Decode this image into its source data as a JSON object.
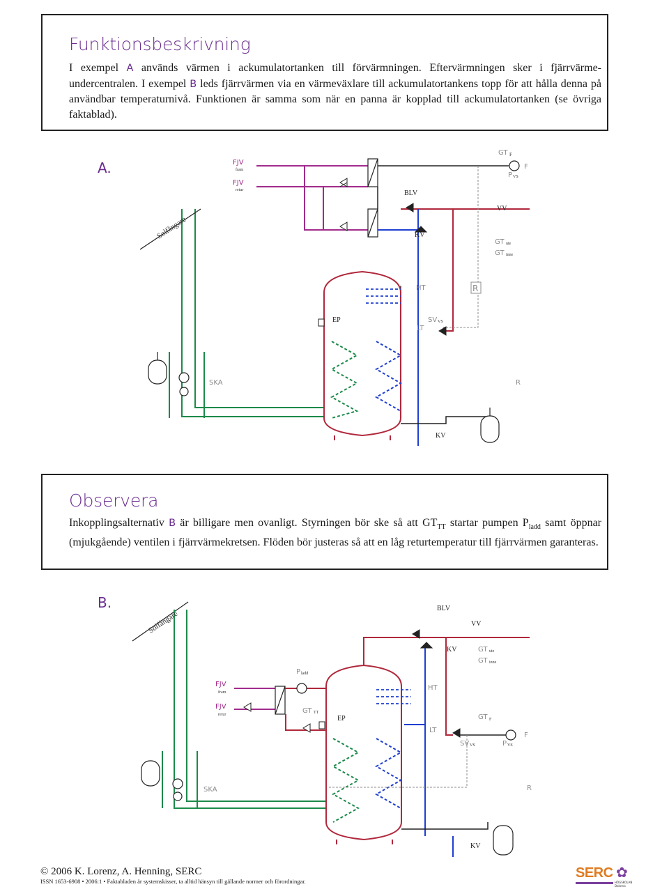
{
  "box1": {
    "heading": "Funktionsbeskrivning",
    "p1_a": "I exempel ",
    "letter_a": "A",
    "p1_b": " används värmen i ackumulatortanken till förvärmningen. Eftervärmningen sker i fjärrvärme-undercentralen. I exempel ",
    "letter_b": "B",
    "p1_c": " leds fjärrvärmen via en värmeväxlare till ackumulatortankens topp för att hålla denna på användbar temperaturnivå. Funktionen är samma som när en panna är kopplad till ackumulatortanken (se övriga faktablad)."
  },
  "diagram_a": {
    "title": "A.",
    "fjv_fram": "FJV",
    "fjv_fram_sub": "fram",
    "fjv_retur": "FJV",
    "fjv_retur_sub": "retur",
    "solfangare": "Solfångare",
    "blv": "BLV",
    "vv": "VV",
    "kv": "KV",
    "kv_bottom": "KV",
    "gt": "GT",
    "gt_f_sub": "F",
    "f": "F",
    "p": "P",
    "p_vs_sub": "VS",
    "gt_ute_sub": "ute",
    "gt_inne_sub": "inne",
    "ht": "HT",
    "lt": "LT",
    "r": "R",
    "r2": "R",
    "ep": "EP",
    "sv": "SV",
    "sv_sub": "VS",
    "ska": "SKA"
  },
  "box2": {
    "heading": "Observera",
    "t1": "Inkopplingsalternativ ",
    "letter_b": "B",
    "t2": " är billigare men ovanligt. Styrningen bör ske så att GT",
    "sub_tt": "TT",
    "t3": " startar pumpen P",
    "sub_ladd": "ladd",
    "t4": " samt öppnar (mjukgående) ventilen i fjärrvärmekretsen. Flöden bör justeras så att en låg returtemperatur till fjärrvärmen garanteras."
  },
  "diagram_b": {
    "title": "B.",
    "solfangare": "Solfångare",
    "blv": "BLV",
    "vv": "VV",
    "kv": "KV",
    "kv_bottom": "KV",
    "gt": "GT",
    "gt_ute_sub": "ute",
    "gt_inne_sub": "inne",
    "p_ladd": "P",
    "p_ladd_sub": "ladd",
    "fjv_fram": "FJV",
    "fjv_fram_sub": "fram",
    "fjv_retur": "FJV",
    "fjv_retur_sub": "retur",
    "gt_tt_sub": "TT",
    "ep": "EP",
    "ht": "HT",
    "lt": "LT",
    "gt_f_sub": "F",
    "f": "F",
    "sv": "SV",
    "sv_sub": "VS",
    "p": "P",
    "p_vs_sub": "VS",
    "ska": "SKA",
    "r": "R"
  },
  "footer": {
    "copyright": "© 2006 K. Lorenz, A. Henning, SERC",
    "issn": "ISSN 1653-6908 • 2006:1 • Faktabladen är systemskisser, ta alltid hänsyn till gällande normer och förordningar."
  },
  "logo": {
    "name": "SERC",
    "sub": "HÖGSKOLAN Dalarna"
  },
  "colors": {
    "purple": "#6a2d8f",
    "red": "#b0283c",
    "blue": "#1f3fd1",
    "green": "#1c8a4a",
    "magenta": "#a12b8d",
    "gray": "#8c8c8c"
  }
}
